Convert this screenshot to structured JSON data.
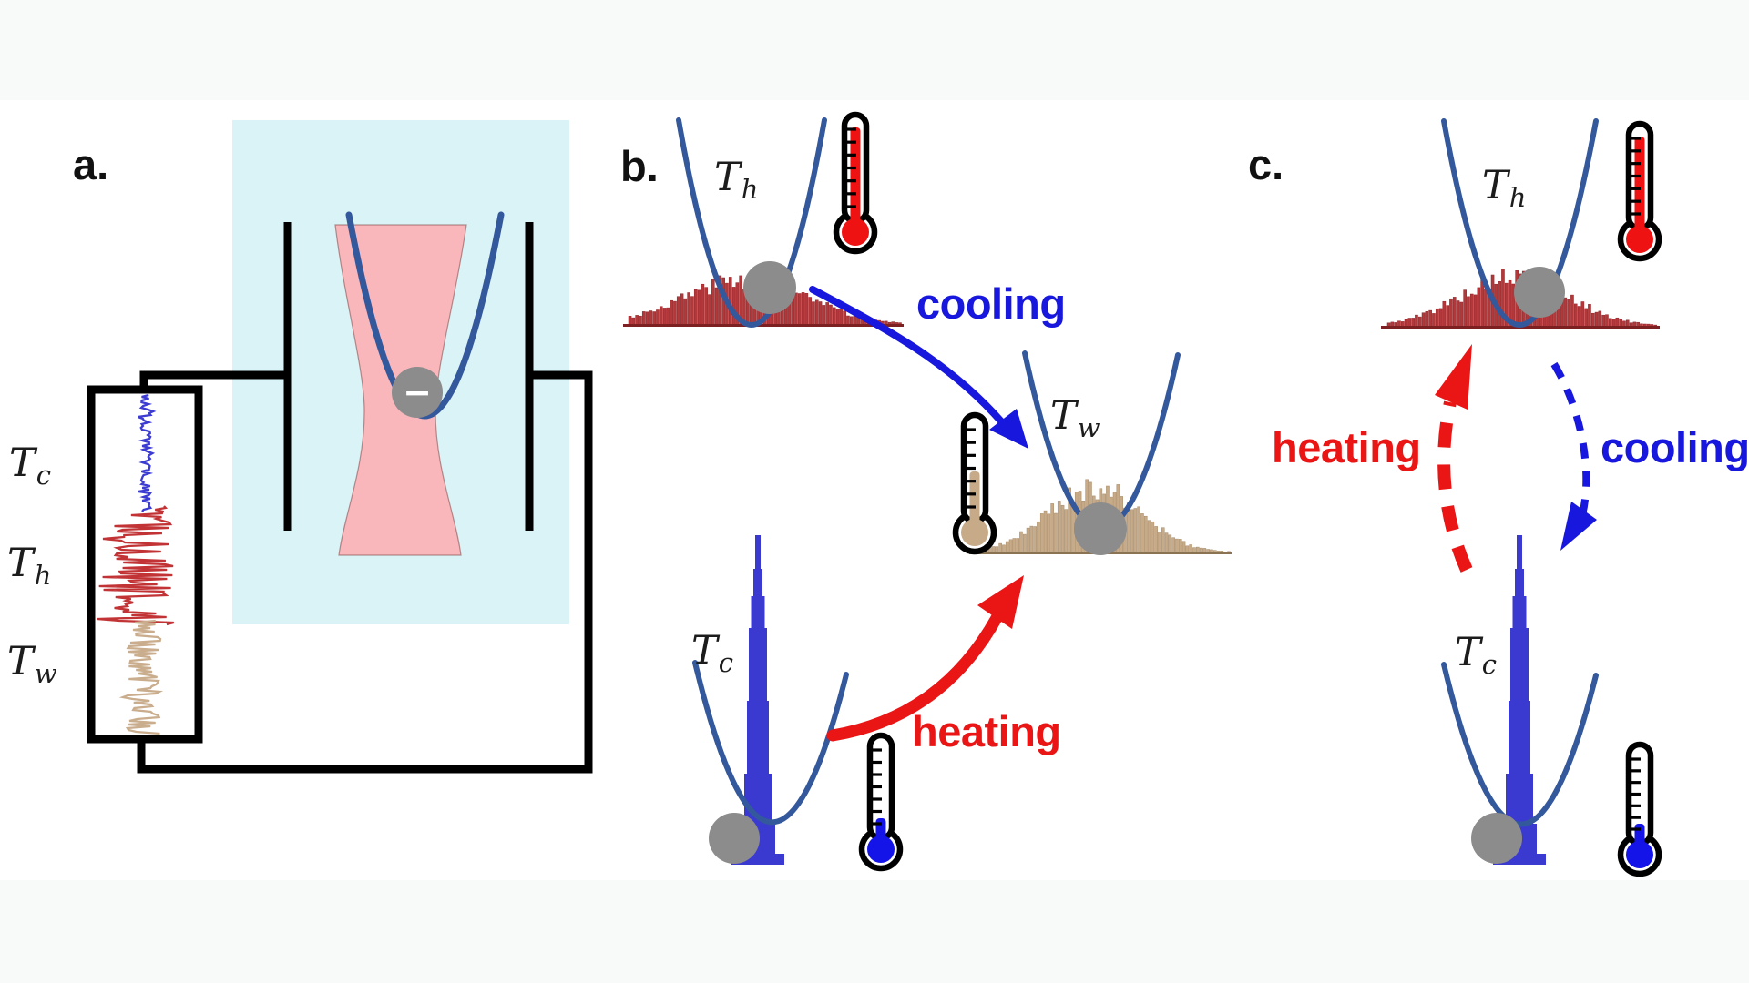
{
  "panel_a": {
    "label": "a.",
    "signal_labels": [
      {
        "base": "T",
        "sub": "c"
      },
      {
        "base": "T",
        "sub": "h"
      },
      {
        "base": "T",
        "sub": "w"
      }
    ],
    "particle_sign": "−"
  },
  "panel_b": {
    "label": "b.",
    "hot_label": {
      "base": "T",
      "sub": "h"
    },
    "warm_label": {
      "base": "T",
      "sub": "w"
    },
    "cold_label": {
      "base": "T",
      "sub": "c"
    },
    "cooling_arrow_label": "cooling",
    "heating_arrow_label": "heating"
  },
  "panel_c": {
    "label": "c.",
    "hot_label": {
      "base": "T",
      "sub": "h"
    },
    "cold_label": {
      "base": "T",
      "sub": "c"
    },
    "heating_arrow_label": "heating",
    "cooling_arrow_label": "cooling"
  },
  "colors": {
    "chamber_cyan": "#d9f3f6",
    "beam_pink": "#f9b6bb",
    "potential_curve_blue": "#34589c",
    "particle_gray": "#8c8c8c",
    "hot_histogram_red": "#b4373a",
    "hot_histogram_edge": "#8e2629",
    "warm_histogram_tan": "#c7aa88",
    "warm_histogram_edge": "#a68b69",
    "cold_histogram_blue": "#3a3ad0",
    "heating_red": "#ea1515",
    "cooling_blue": "#1717dd",
    "thermometer_red": "#ef1212",
    "thermometer_tan": "#c7aa88",
    "thermometer_blue": "#1414e8",
    "trace_cold_blue": "#3c3cd2",
    "trace_hot_red": "#c23336",
    "trace_warm_tan": "#c9ad8d"
  }
}
